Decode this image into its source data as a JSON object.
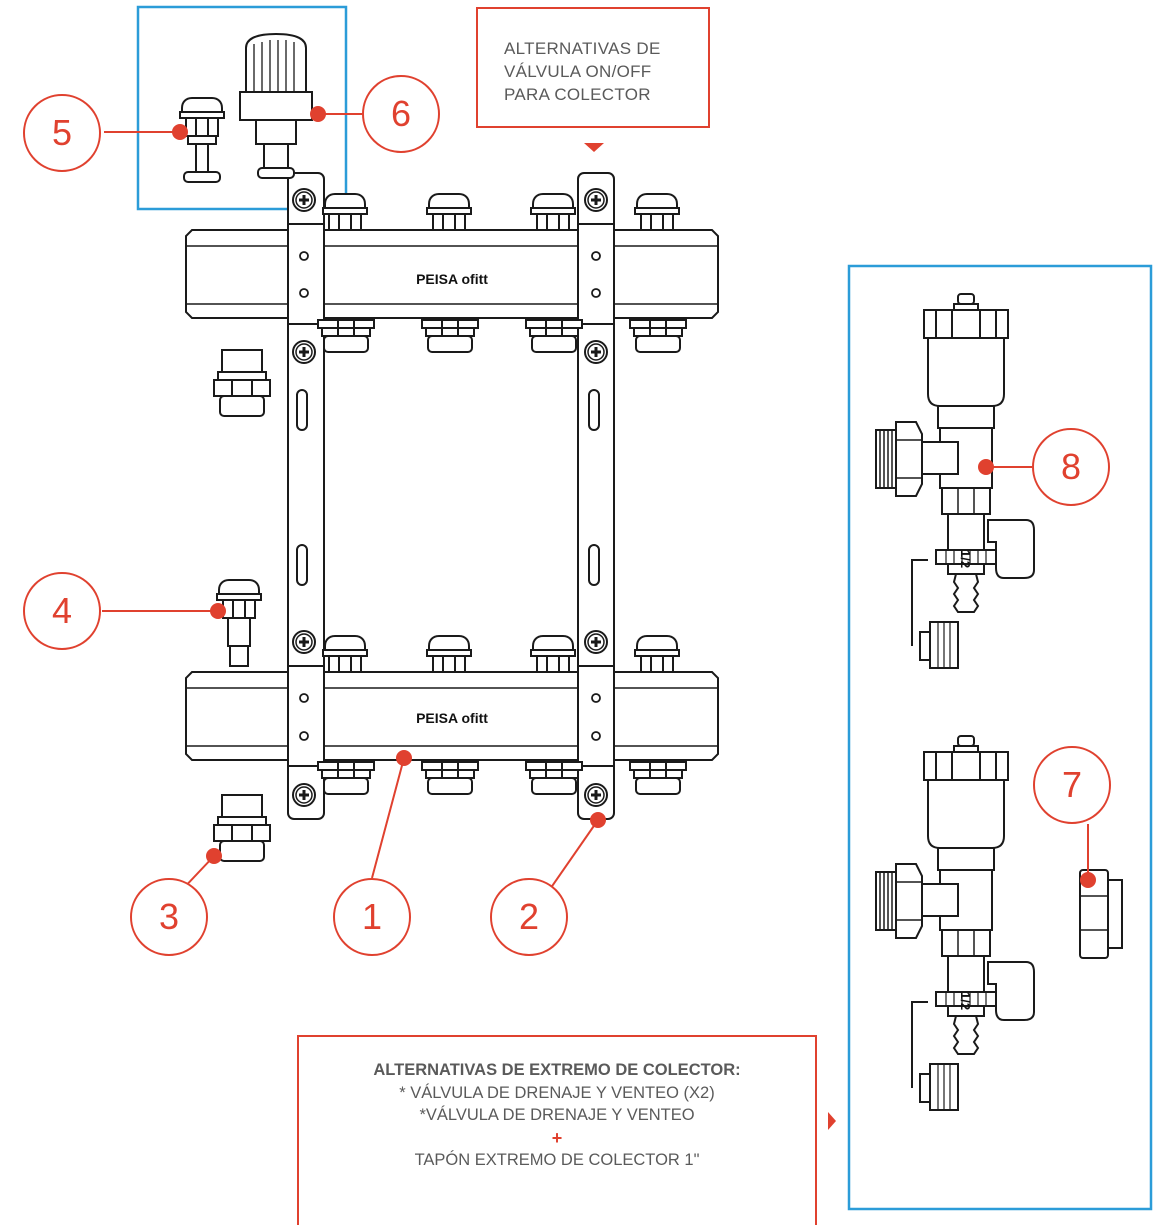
{
  "title_box": {
    "lines": [
      "ALTERNATIVAS DE",
      "VÁLVULA ON/OFF",
      "PARA COLECTOR"
    ]
  },
  "note_box": {
    "heading": "ALTERNATIVAS DE EXTREMO DE COLECTOR:",
    "line1": "* VÁLVULA DE DRENAJE Y VENTEO (X2)",
    "line2": "*VÁLVULA DE DRENAJE Y VENTEO",
    "plus": "+",
    "line3": "TAPÓN EXTREMO DE COLECTOR 1\""
  },
  "manifold": {
    "brand_top": "PEISA ofitt",
    "brand_bottom": "PEISA ofitt"
  },
  "valve_label": "1/2",
  "callouts": [
    "1",
    "2",
    "3",
    "4",
    "5",
    "6",
    "7",
    "8"
  ],
  "colors": {
    "accent_red": "#e0412f",
    "frame_blue": "#2b9cd8",
    "line_black": "#1a1a1a",
    "text_gray": "#5a5a5a"
  }
}
